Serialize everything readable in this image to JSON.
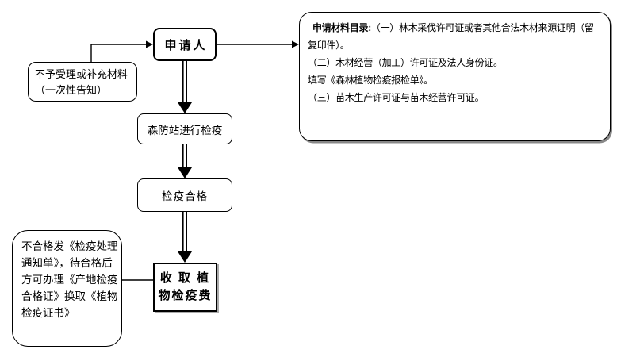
{
  "flowchart": {
    "applicant_box": {
      "label": "申请人"
    },
    "notice_box": {
      "label": "不予受理或补充材料\n（一次性告知）"
    },
    "materials_box": {
      "heading": "申请材料目录:",
      "line1_rest": "（一）林木采伐许可证或者其他合法木材来源证明（留",
      "line2": "复印件）。",
      "line3": "（二）木材经营（加工）许可证及法人身份证。",
      "line4": "填写《森林植物检疫报检单》。",
      "line5": "（三）苗木生产许可证与苗木经营许可证。"
    },
    "station_box": {
      "label": "森防站进行检疫"
    },
    "qualified_box": {
      "label": "检疫合格"
    },
    "unqualified_box": {
      "label": "不合格发《检疫处理\n通知单》，待合格后\n方可办理《产地检疫\n合格证》换取《植物\n检疫证书》"
    },
    "fee_box": {
      "label": "收 取 植\n物检疫费"
    }
  },
  "colors": {
    "line": "#000000",
    "box_background": "#ffffff",
    "box_border": "#000000",
    "shadow": "#888888"
  }
}
